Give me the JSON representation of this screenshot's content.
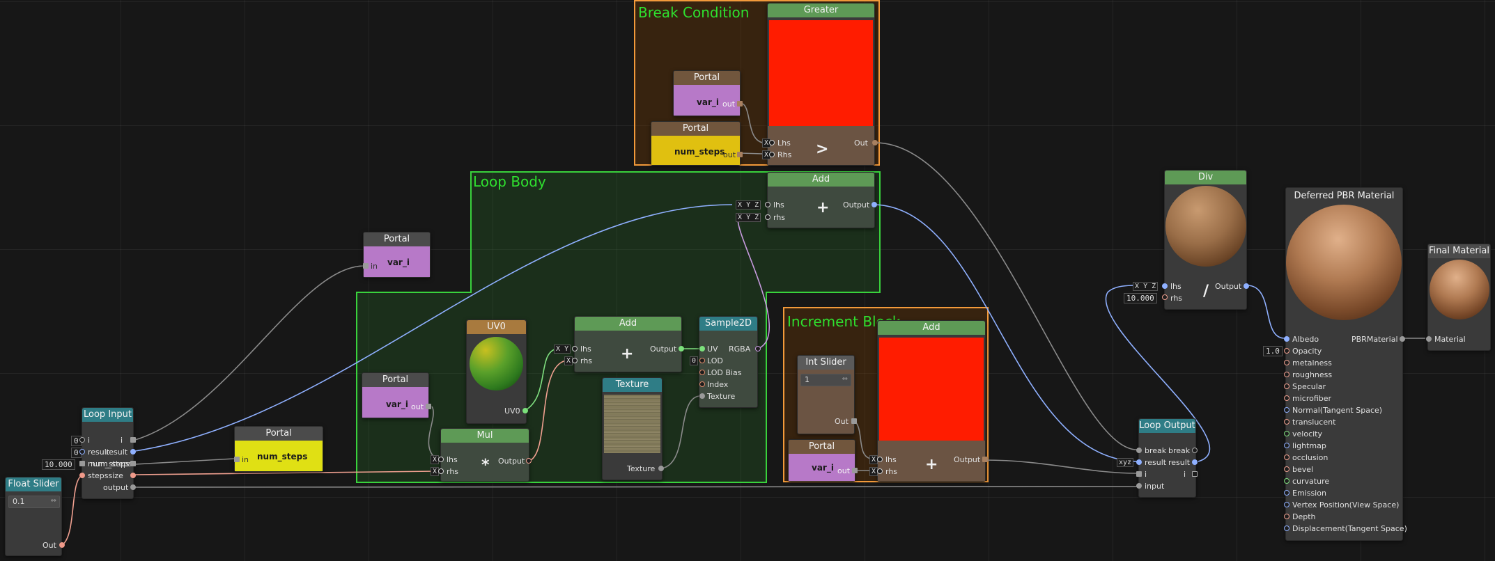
{
  "groups": {
    "break_condition": {
      "title": "Break Condition",
      "color": "#f39a3a"
    },
    "loop_body": {
      "title": "Loop Body",
      "color": "#39d23c"
    },
    "increment_block": {
      "title": "Increment Block",
      "color": "#f39a3a"
    }
  },
  "nodes": {
    "greater": {
      "title": "Greater",
      "op": ">",
      "inputs": [
        "Lhs",
        "Rhs"
      ],
      "output": "Out",
      "swatch": "#ff1c00"
    },
    "portal_bc_var_i": {
      "title": "Portal",
      "label": "var_i",
      "port": "out",
      "color": "#b779c8"
    },
    "portal_bc_num_steps": {
      "title": "Portal",
      "label": "num_steps",
      "port": "out",
      "color": "#e0c010"
    },
    "add_body": {
      "title": "Add",
      "op": "+",
      "inputs": [
        "lhs",
        "rhs"
      ],
      "output": "Output"
    },
    "portal_var_i_in": {
      "title": "Portal",
      "label": "var_i",
      "port": "in",
      "color": "#b779c8"
    },
    "portal_body_var_i": {
      "title": "Portal",
      "label": "var_i",
      "port": "out",
      "color": "#b779c8"
    },
    "uv0": {
      "title": "UV0",
      "output": "UV0"
    },
    "add_uv": {
      "title": "Add",
      "op": "+",
      "inputs": [
        "lhs",
        "rhs"
      ],
      "output": "Output"
    },
    "sample2d": {
      "title": "Sample2D",
      "inputs": [
        "UV",
        "LOD",
        "LOD Bias",
        "Index",
        "Texture"
      ],
      "output": "RGBA",
      "lod_value": "0"
    },
    "texture": {
      "title": "Texture",
      "output": "Texture"
    },
    "mul": {
      "title": "Mul",
      "op": "*",
      "inputs": [
        "lhs",
        "rhs"
      ],
      "output": "Output"
    },
    "int_slider": {
      "title": "Int Slider",
      "value": "1",
      "output": "Out"
    },
    "add_inc": {
      "title": "Add",
      "op": "+",
      "inputs": [
        "lhs",
        "rhs"
      ],
      "output": "Output",
      "swatch": "#ff1c00"
    },
    "portal_inc_var_i": {
      "title": "Portal",
      "label": "var_i",
      "port": "out",
      "color": "#b779c8"
    },
    "loop_input": {
      "title": "Loop Input",
      "inputs": [
        "i",
        "result",
        "num_steps",
        "step_size"
      ],
      "outputs": [
        "i",
        "result",
        "num_steps",
        "step_size",
        "output"
      ],
      "defaults": [
        "0",
        "0",
        "10.000"
      ],
      "overlap_text": "stepssize"
    },
    "portal_num_steps_in": {
      "title": "Portal",
      "label": "num_steps",
      "port": "in",
      "color": "#e0e014"
    },
    "float_slider": {
      "title": "Float Slider",
      "value": "0.1",
      "output": "Out"
    },
    "loop_output": {
      "title": "Loop Output",
      "inputs": [
        "break",
        "result",
        "i",
        "input"
      ],
      "outputs": [
        "break",
        "result"
      ],
      "xyz": "xyz",
      "out_i": "i"
    },
    "div": {
      "title": "Div",
      "op": "/",
      "inputs": [
        "lhs",
        "rhs"
      ],
      "output": "Output",
      "rhs_value": "10.000"
    },
    "deferred_pbr": {
      "title": "Deferred PBR Material",
      "output": "PBRMaterial",
      "opacity_value": "1.0",
      "inputs": [
        "Albedo",
        "Opacity",
        "metalness",
        "roughness",
        "Specular",
        "microfiber",
        "Normal(Tangent Space)",
        "translucent",
        "velocity",
        "lightmap",
        "occlusion",
        "bevel",
        "curvature",
        "Emission",
        "Vertex Position(View Space)",
        "Depth",
        "Displacement(Tangent Space)"
      ]
    },
    "final_material": {
      "title": "Final Material",
      "input": "Material"
    }
  },
  "xyz_labels": {
    "x": "X",
    "y": "Y",
    "z": "Z"
  },
  "colors": {
    "wire_gray": "#8a8a8a",
    "wire_blue": "#8fb0ff",
    "wire_salmon": "#f0a090",
    "wire_green": "#80e080",
    "wire_purple": "#c79adf",
    "header_green": "#5e9a56",
    "header_teal": "#2f7d86",
    "header_orange": "#a87a3e"
  }
}
